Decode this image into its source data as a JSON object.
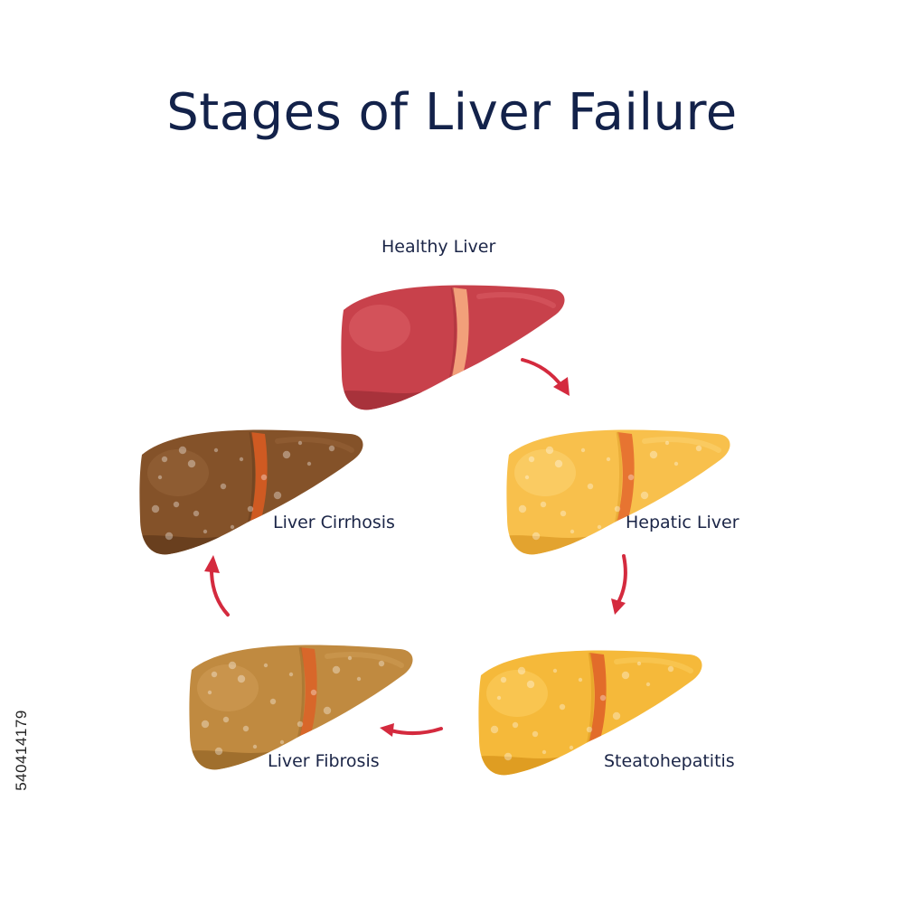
{
  "title": "Stages of Liver Failure",
  "stages": [
    {
      "label": "Healthy Liver",
      "color": "#c8414b",
      "shade": "#a8323b",
      "highlight": "#dc6068",
      "band": "#f2a07a",
      "spotted": false
    },
    {
      "label": "Hepatic Liver",
      "color": "#f8c04c",
      "shade": "#e3a32f",
      "highlight": "#fcd374",
      "band": "#e77431",
      "spotted": true
    },
    {
      "label": "Steatohepatitis",
      "color": "#f5b93a",
      "shade": "#df9d22",
      "highlight": "#fbcf62",
      "band": "#e26c2a",
      "spotted": true
    },
    {
      "label": "Liver Fibrosis",
      "color": "#c08a40",
      "shade": "#a06f2d",
      "highlight": "#d09d55",
      "band": "#d8672a",
      "spotted": true
    },
    {
      "label": "Liver Cirrhosis",
      "color": "#845229",
      "shade": "#693f1e",
      "highlight": "#98643a",
      "band": "#cf5a22",
      "spotted": true
    }
  ],
  "colors": {
    "arrow": "#d42a3e",
    "title": "#13224a",
    "label": "#1b2547"
  },
  "stock_id": "540414179"
}
